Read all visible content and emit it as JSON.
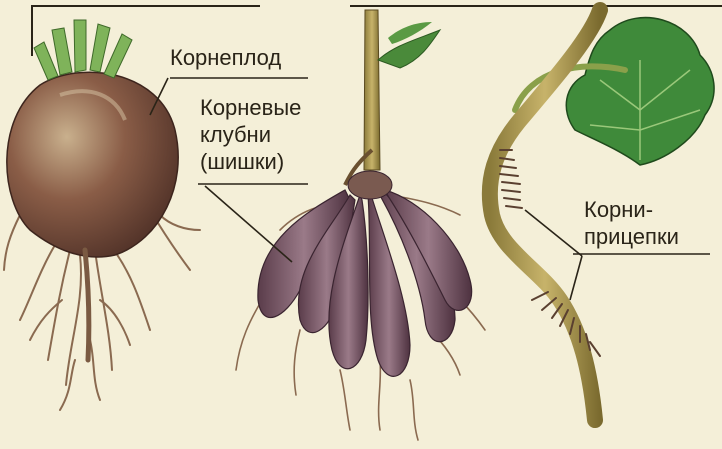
{
  "labels": {
    "root_crop": "Корнеплод",
    "root_tubers": [
      "Корневые",
      "клубни",
      "(шишки)"
    ],
    "clinging_roots": [
      "Корни-",
      "прицепки"
    ]
  },
  "colors": {
    "background": "#f4efd8",
    "root_crop_body": "#6b4536",
    "root_tuber": "#7a5a68",
    "ivy_leaf": "#3f8a3a",
    "leader_line": "#2a2418"
  }
}
